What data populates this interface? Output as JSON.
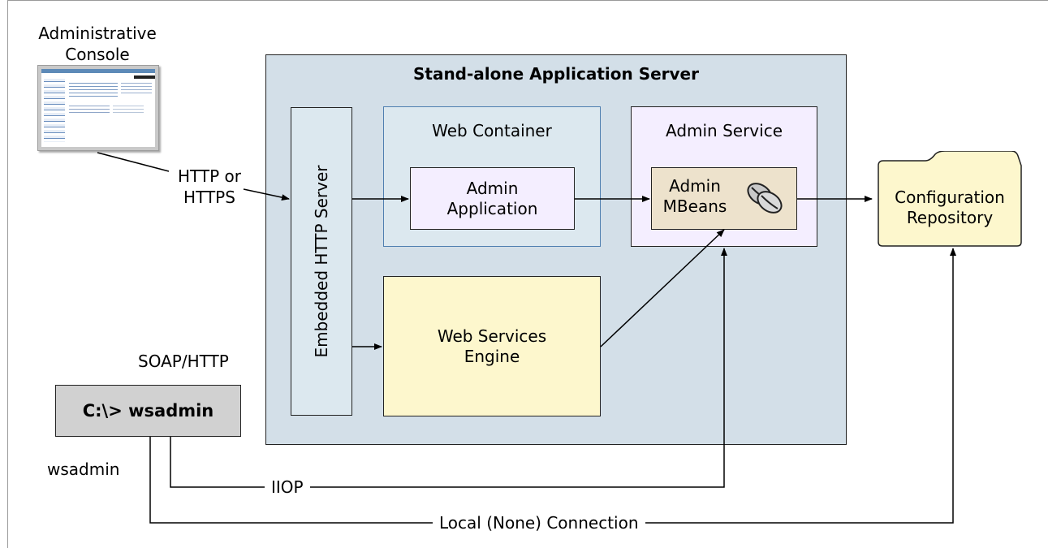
{
  "console": {
    "title_line1": "Administrative",
    "title_line2": "Console"
  },
  "server": {
    "title": "Stand-alone Application Server",
    "http_server": "Embedded HTTP Server",
    "web_container": {
      "title": "Web Container",
      "app_line1": "Admin",
      "app_line2": "Application"
    },
    "admin_service": {
      "title": "Admin Service",
      "mbeans_line1": "Admin",
      "mbeans_line2": "MBeans"
    },
    "web_services": {
      "line1": "Web Services",
      "line2": "Engine"
    }
  },
  "repository": {
    "line1": "Configuration",
    "line2": "Repository"
  },
  "protocols": {
    "http_line1": "HTTP or",
    "http_line2": "HTTPS",
    "soap": "SOAP/HTTP",
    "iiop": "IIOP",
    "local": "Local (None) Connection"
  },
  "client": {
    "prompt": "C:\\> wsadmin",
    "label": "wsadmin"
  },
  "colors": {
    "server_bg": "#d3dfe8",
    "web_container_bg": "#dce8ef",
    "web_container_border": "#4f7fb0",
    "admin_purple_bg": "#f4eeff",
    "mbeans_bg": "#ede2cc",
    "yellow_bg": "#fdf7cd",
    "cmd_bg": "#d1d1d1"
  }
}
